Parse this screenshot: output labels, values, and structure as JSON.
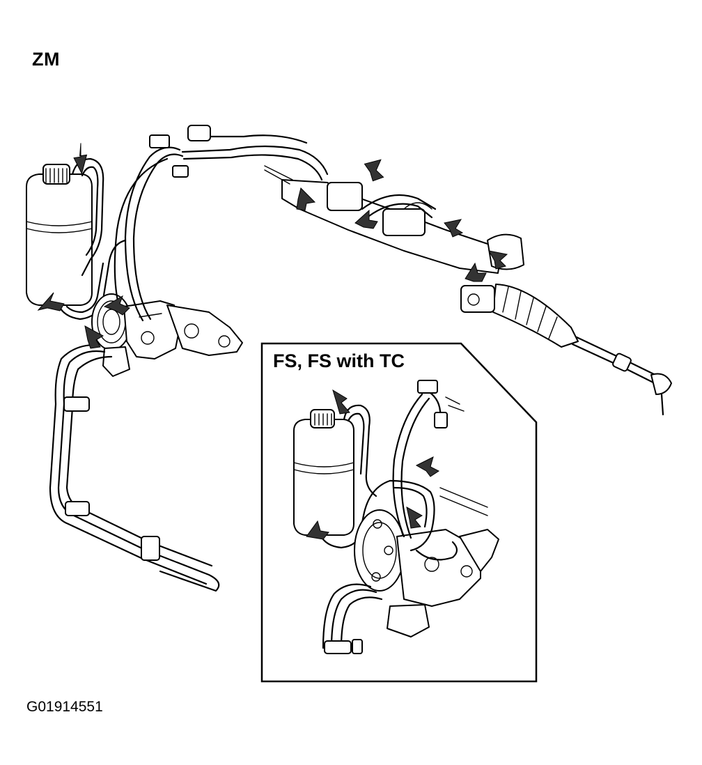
{
  "labels": {
    "main_variant": "ZM",
    "inset_variant": "FS, FS with TC",
    "figure_code": "G01914551"
  },
  "colors": {
    "line": "#000000",
    "background": "#ffffff",
    "arrow": "#333333"
  }
}
